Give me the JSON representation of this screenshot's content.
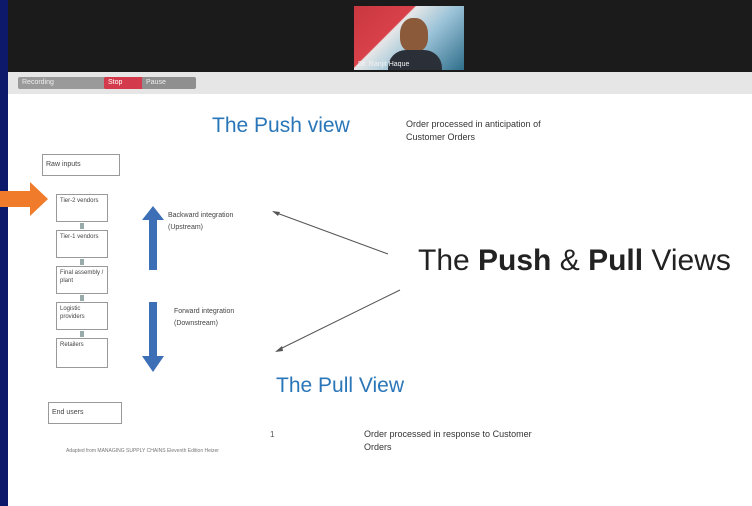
{
  "video": {
    "caption": "Dr. Ranjit Haque"
  },
  "toolbar": {
    "buttons": [
      "Recording",
      "Stop",
      "Pause"
    ]
  },
  "slide": {
    "push_title": "The Push view",
    "push_note": "Order processed in anticipation of Customer Orders",
    "main_title_prefix": "The ",
    "main_title_push": "Push",
    "main_title_amp": " & ",
    "main_title_pull": "Pull",
    "main_title_suffix": " Views",
    "pull_title": "The Pull View",
    "pull_note": "Order processed in response to Customer Orders",
    "raw_inputs": "Raw inputs",
    "end_users": "End users",
    "chain": [
      "Tier-2 vendors",
      "Tier-1 vendors",
      "Final assembly / plant",
      "Logistic providers",
      "Retailers"
    ],
    "upward_label": "Backward integration (Upstream)",
    "downward_label": "Forward integration (Downstream)",
    "footer": "Adapted from MANAGING SUPPLY CHAINS Eleventh Edition Heizer",
    "mark": "1",
    "colors": {
      "title_blue": "#2a76b8",
      "arrow_blue": "#3d6fb6",
      "orange": "#f07b2a",
      "bg_navy": "#0d1a6b"
    }
  }
}
